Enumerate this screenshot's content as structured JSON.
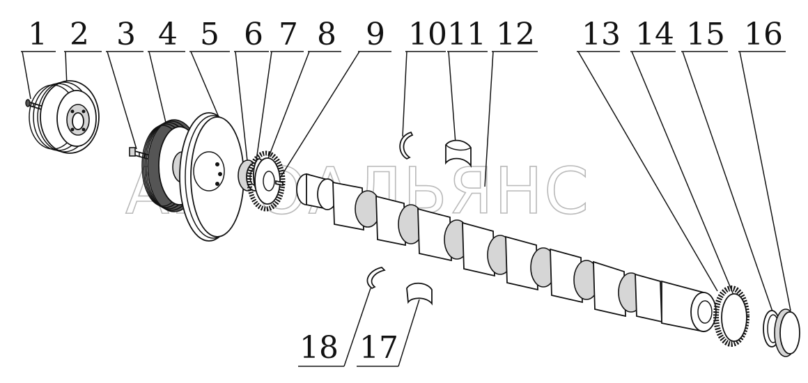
{
  "callouts": [
    "1",
    "2",
    "3",
    "4",
    "5",
    "6",
    "7",
    "8",
    "9",
    "10",
    "11",
    "12",
    "13",
    "14",
    "15",
    "16",
    "17",
    "18"
  ],
  "watermark": "АВТОАЛЬЯНС"
}
